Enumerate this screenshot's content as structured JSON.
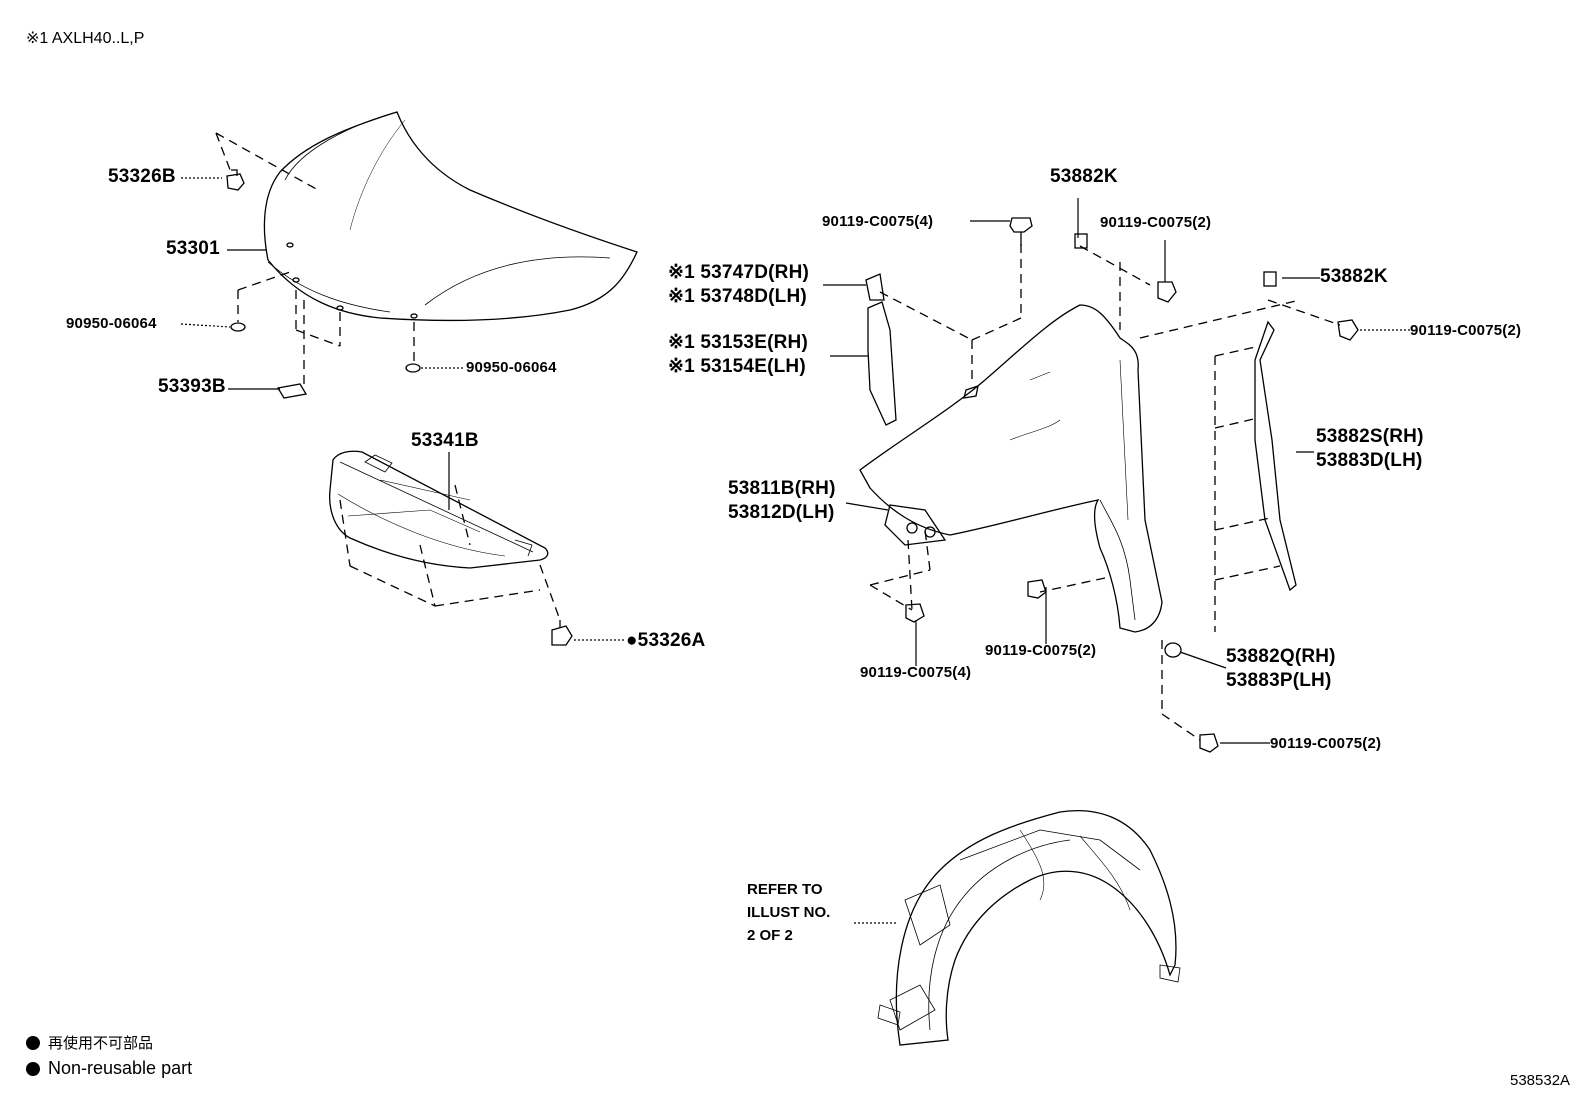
{
  "header_note": "※1 AXLH40..L,P",
  "labels": {
    "hood_clip": "53326B",
    "hood": "53301",
    "hood_cushion_1": "90950-06064",
    "hood_cushion_2": "90950-06064",
    "hood_bracket": "53393B",
    "hood_insulator": "53341B",
    "insulator_clip": "●53326A",
    "fender_bolt_top": "90119-C0075(4)",
    "fender_seal_top": "53882K",
    "fender_bolt_top_right": "90119-C0075(2)",
    "seal_53882K_right": "53882K",
    "bolt_far_right": "90119-C0075(2)",
    "part_53747D": "※1 53747D(RH)",
    "part_53748D": "※1 53748D(LH)",
    "part_53153E": "※1 53153E(RH)",
    "part_53154E": "※1 53154E(LH)",
    "seal_53882S": "53882S(RH)",
    "seal_53883D": "53883D(LH)",
    "fender_53811B": "53811B(RH)",
    "fender_53812D": "53812D(LH)",
    "bolt_lower_left": "90119-C0075(4)",
    "bolt_lower_mid": "90119-C0075(2)",
    "clip_53882Q": "53882Q(RH)",
    "clip_53883P": "53883P(LH)",
    "bolt_lower_right": "90119-C0075(2)"
  },
  "refer": {
    "line1": "REFER TO",
    "line2": "ILLUST NO.",
    "line3": "2 OF 2"
  },
  "legend": {
    "japanese": "再使用不可部品",
    "english": "Non-reusable part"
  },
  "illustration_id": "538532A",
  "colors": {
    "ink": "#000000",
    "paper": "#ffffff"
  }
}
